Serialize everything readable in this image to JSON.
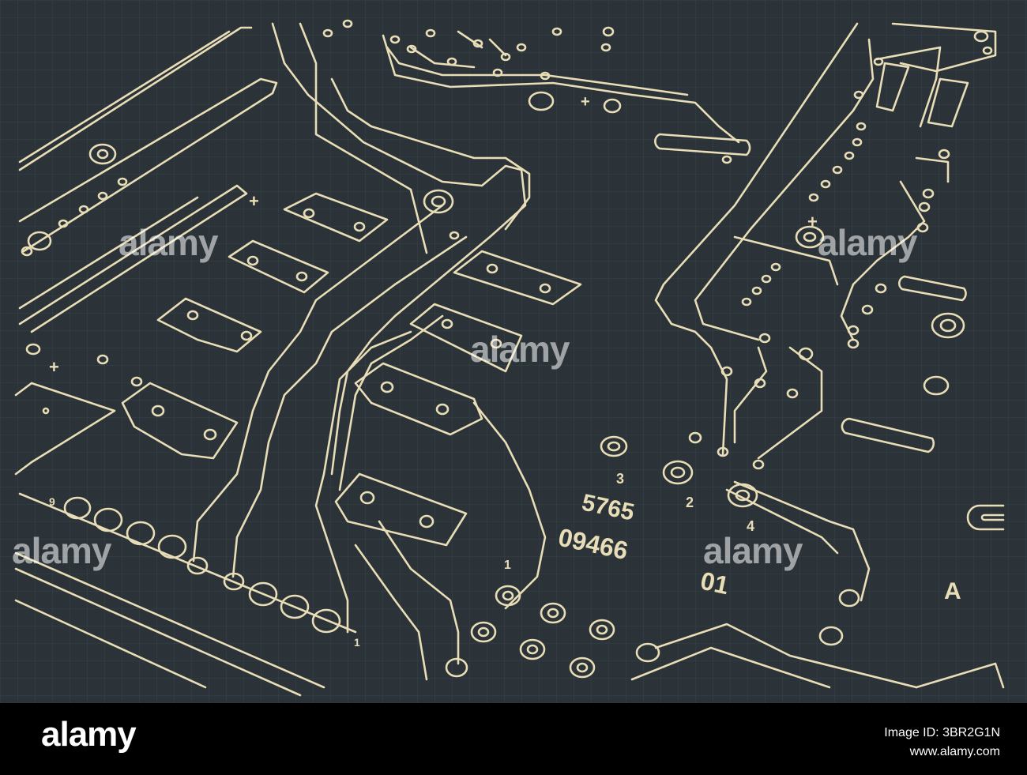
{
  "image": {
    "subject": "",
    "colors": {
      "background": "#2b3338",
      "grid": "#36424a",
      "trace": "#e8ddb6",
      "footer": "#000000",
      "footer_text": "#ffffff"
    }
  },
  "board_labels": {
    "num_5765": "5765",
    "num_09466": "09466",
    "num_01": "01",
    "pin_3": "3",
    "pin_2": "2",
    "pin_4": "4",
    "letter_A": "A",
    "pin_1": "1",
    "pin_9": "9",
    "pin_1b": "1",
    "plus_1": "+",
    "plus_2": "+",
    "plus_3": "+",
    "plus_4": "+"
  },
  "watermark": {
    "text": "alamy"
  },
  "footer": {
    "brand": "alamy",
    "image_id": "Image ID: 3BR2G1N",
    "url": "www.alamy.com"
  }
}
